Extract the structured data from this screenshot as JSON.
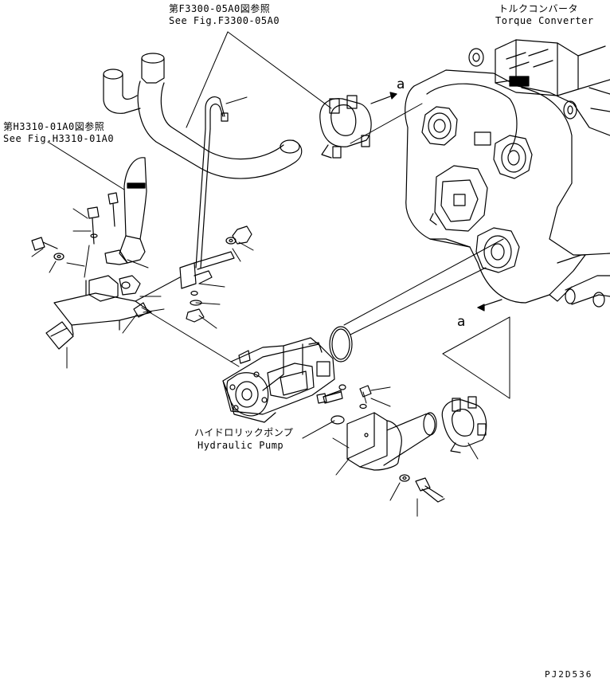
{
  "refs": {
    "f3300_jp": "第F3300-05A0図参照",
    "f3300_en": "See Fig.F3300-05A0",
    "h3310_jp": "第H3310-01A0図参照",
    "h3310_en": "See Fig.H3310-01A0"
  },
  "components": {
    "torque_converter_jp": "トルクコンバータ",
    "torque_converter_en": "Torque Converter",
    "hydraulic_pump_jp": "ハイドロリックポンプ",
    "hydraulic_pump_en": "Hydraulic Pump"
  },
  "connection_marks": {
    "top": "a",
    "bottom": "a"
  },
  "drawing_code": "PJ2D536"
}
